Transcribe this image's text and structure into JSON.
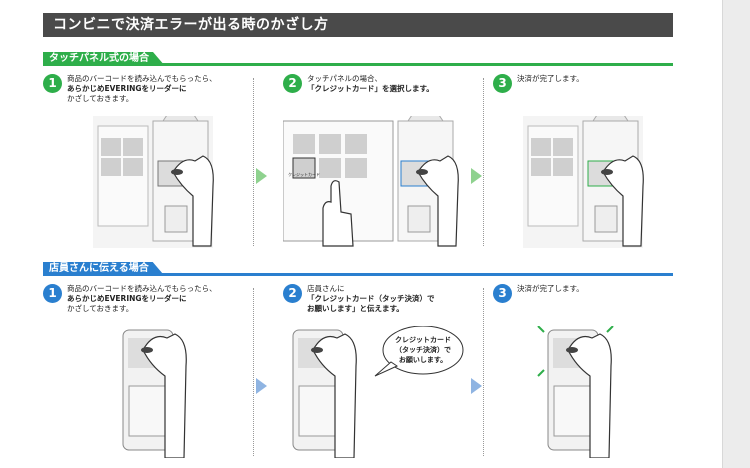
{
  "title": "コンビニで決済エラーが出る時のかざし方",
  "sections": [
    {
      "heading": "タッチパネル式の場合",
      "steps": [
        {
          "num": "1",
          "line1": "商品のバーコードを読み込んでもらったら、",
          "line2": "あらかじめEVERINGをリーダーに",
          "line3": "かざしておきます。"
        },
        {
          "num": "2",
          "line1": "タッチパネルの場合、",
          "line2": "「クレジットカード」を選択します。",
          "line3": ""
        },
        {
          "num": "3",
          "line1": "決済が完了します。",
          "line2": "",
          "line3": ""
        }
      ],
      "screen_label": "クレジットカード"
    },
    {
      "heading": "店員さんに伝える場合",
      "steps": [
        {
          "num": "1",
          "line1": "商品のバーコードを読み込んでもらったら、",
          "line2": "あらかじめEVERINGをリーダーに",
          "line3": "かざしておきます。"
        },
        {
          "num": "2",
          "line1": "店員さんに",
          "line2": "「クレジットカード（タッチ決済）で",
          "line3": "お願いします」と伝えます。"
        },
        {
          "num": "3",
          "line1": "決済が完了します。",
          "line2": "",
          "line3": ""
        }
      ],
      "bubble": {
        "line1": "クレジットカード",
        "line2": "（タッチ決済）で",
        "line3": "お願いします。"
      }
    }
  ],
  "colors": {
    "green": "#2eae4a",
    "blue": "#2a7fcf",
    "title_bg": "#4a4a4a"
  }
}
